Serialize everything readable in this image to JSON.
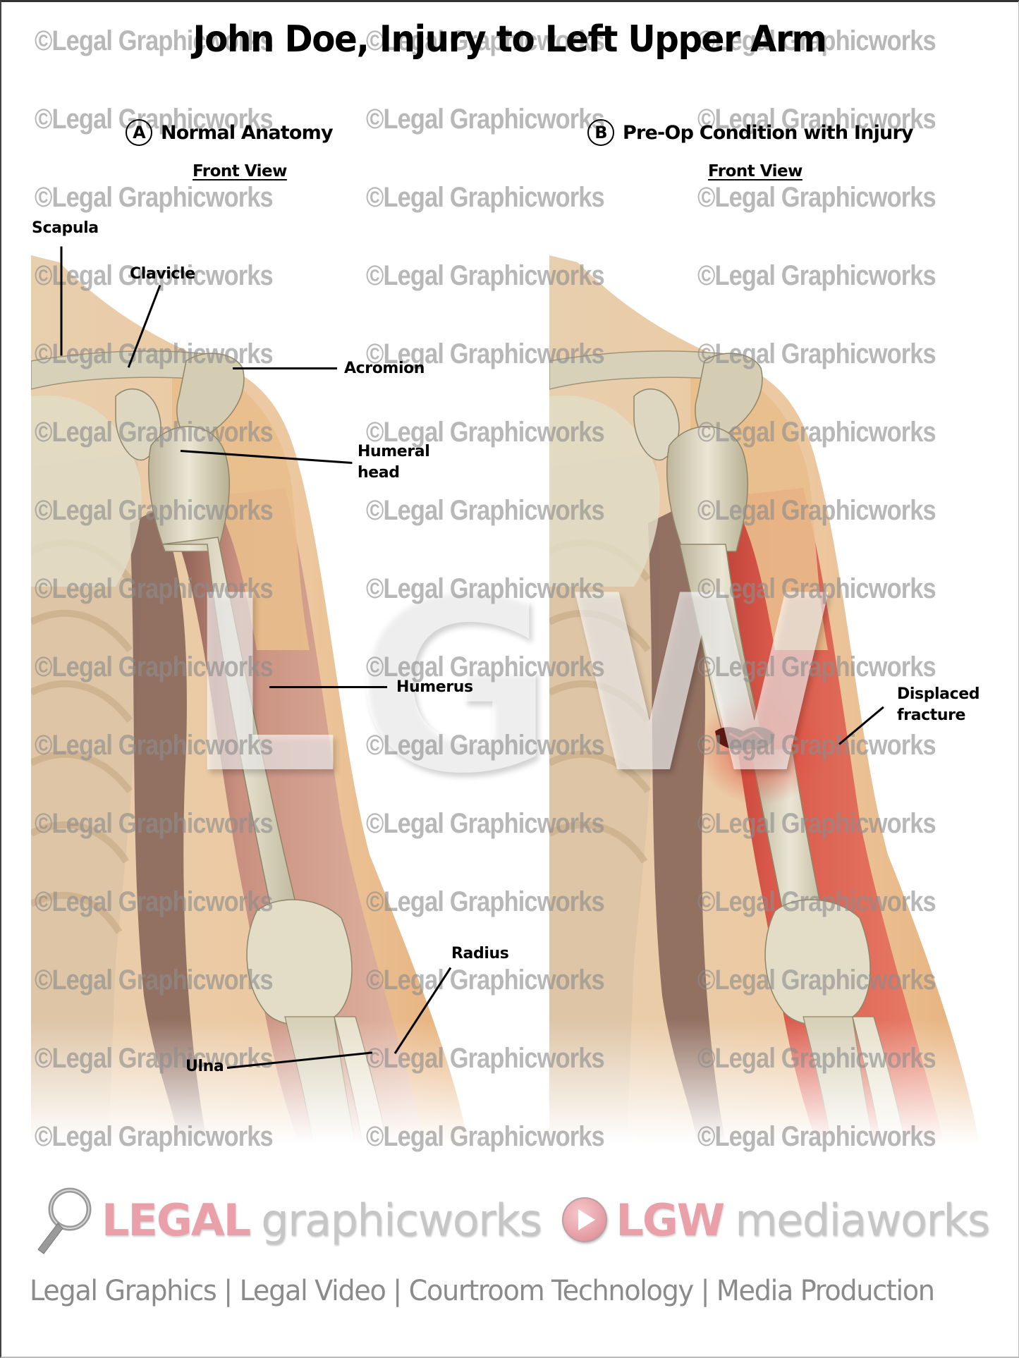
{
  "title": "John Doe, Injury to Left Upper Arm",
  "panels": {
    "a": {
      "letter": "A",
      "heading": "Normal Anatomy",
      "view": "Front View",
      "labels": {
        "scapula": "Scapula",
        "clavicle": "Clavicle",
        "acromion": "Acromion",
        "humeral_head_1": "Humeral",
        "humeral_head_2": "head",
        "humerus": "Humerus",
        "radius": "Radius",
        "ulna": "Ulna"
      }
    },
    "b": {
      "letter": "B",
      "heading": "Pre-Op Condition with Injury",
      "view": "Front View",
      "labels": {
        "fracture_1": "Displaced",
        "fracture_2": "fracture"
      }
    }
  },
  "watermark": {
    "text": "©Legal Graphicworks",
    "logo_text": "LGW"
  },
  "footer": {
    "brand1_strong": "LEGAL",
    "brand1_light": "graphicworks",
    "brand2_strong": "LGW",
    "brand2_light": "mediaworks",
    "tagline": "Legal Graphics | Legal Video | Courtroom Technology | Media Production"
  },
  "colors": {
    "brand_pink": "#eaa0a8",
    "brand_gray": "#c6c6c6",
    "tagline_gray": "#8b8b8b",
    "skin": "#ecc79c",
    "bone": "#dcd5bd",
    "injury_red": "#d8503f"
  }
}
